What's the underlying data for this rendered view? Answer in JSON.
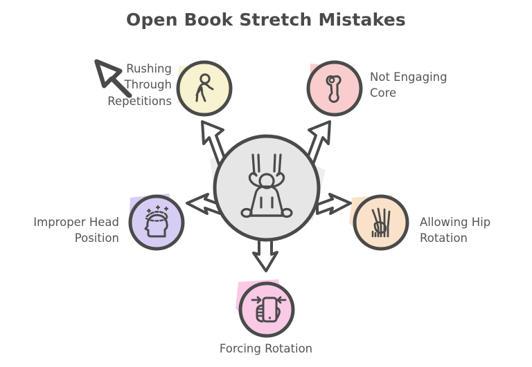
{
  "header": {
    "title": "Open Book Stretch Mistakes"
  },
  "diagram": {
    "type": "radial-hub-and-spoke",
    "center": {
      "label": "",
      "icon": "person-stretching-icon",
      "fill": "#e6e6e6",
      "stroke": "#4a4a4a"
    },
    "arrows": {
      "count": 5,
      "directions": [
        "up-left",
        "up-right",
        "left",
        "right",
        "down"
      ],
      "style": "hollow-outline",
      "stroke": "#4a4a4a",
      "fill": "#ffffff"
    },
    "nodes": [
      {
        "id": "rushing-through-repetitions",
        "label": "Rushing\nThrough\nRepetitions",
        "icon": "walking-person-icon",
        "fill": "#f7f2cf",
        "stroke": "#4a4a4a",
        "position": "top-left",
        "label_align": "right"
      },
      {
        "id": "not-engaging-core",
        "label": "Not Engaging\nCore",
        "icon": "bone-core-icon",
        "fill": "#f9cdcd",
        "stroke": "#4a4a4a",
        "position": "top-right",
        "label_align": "left"
      },
      {
        "id": "improper-head-position",
        "label": "Improper Head\nPosition",
        "icon": "head-profile-dizzy-icon",
        "fill": "#d7cdf4",
        "stroke": "#4a4a4a",
        "position": "left",
        "label_align": "right"
      },
      {
        "id": "allowing-hip-rotation",
        "label": "Allowing Hip\nRotation",
        "icon": "hip-joint-anatomy-icon",
        "fill": "#fae2ca",
        "stroke": "#4a4a4a",
        "position": "right",
        "label_align": "left"
      },
      {
        "id": "forcing-rotation",
        "label": "Forcing Rotation",
        "icon": "hand-phone-rotate-icon",
        "fill": "#f9c9e6",
        "stroke": "#4a4a4a",
        "position": "bottom",
        "label_align": "center"
      }
    ]
  },
  "colors": {
    "text": "#55545a",
    "title": "#4a4a4a",
    "outline": "#4a4a4a",
    "background": "#ffffff",
    "shadow": "#ededed"
  }
}
